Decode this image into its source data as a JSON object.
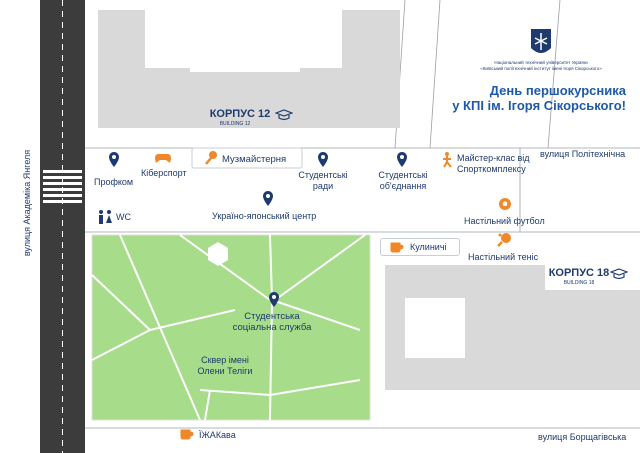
{
  "header": {
    "university_line1": "Національний технічний університет України",
    "university_line2": "«Київський політехнічний інститут імені Ігоря Сікорського»",
    "title_line1": "День першокурсника",
    "title_line2": "у КПІ ім. Ігоря Сікорського!"
  },
  "buildings": {
    "korpus12_name": "КОРПУС 12",
    "korpus12_sub": "BUILDING 12",
    "korpus18_name": "КОРПУС 18",
    "korpus18_sub": "BUILDING 18"
  },
  "streets": {
    "yanhelia": "вулиця Академіка Янгеля",
    "politekhnichna": "вулиця Політехнічна",
    "borshchahivska": "вулиця Борщагівська"
  },
  "places": {
    "profkom": "Профком",
    "kibersport": "Кіберспорт",
    "muzmaisternia": "Музмайстерня",
    "studentski_rady_1": "Студентські",
    "studentski_rady_2": "ради",
    "studentski_obiednannia_1": "Студентські",
    "studentski_obiednannia_2": "об'єднання",
    "maister_klas_1": "Майстер-клас від",
    "maister_klas_2": "Спорткомплексу",
    "wc": "WC",
    "ukraino_yaponskyi": "Україно-японський центр",
    "nastilnyi_futbol": "Настільний футбол",
    "kulynychi": "Кулиничі",
    "nastilnyi_tenis": "Настільний теніс",
    "sotsialna_1": "Студентська",
    "sotsialna_2": "соціальна служба",
    "skver_1": "Сквер імені",
    "skver_2": "Олени Теліги",
    "zhakava": "ЇЖАКава"
  },
  "colors": {
    "navy": "#1e3a6e",
    "orange": "#f0882a",
    "park": "#a6dc8a",
    "building": "#d9d9d9",
    "road": "#3c3c3c"
  },
  "icons": [
    "pin-icon",
    "gamepad-icon",
    "microphone-icon",
    "fitness-icon",
    "wc-icon",
    "football-icon",
    "ping-pong-icon",
    "coffee-icon",
    "graduation-cap-icon",
    "hexagon-icon",
    "kpi-logo"
  ]
}
